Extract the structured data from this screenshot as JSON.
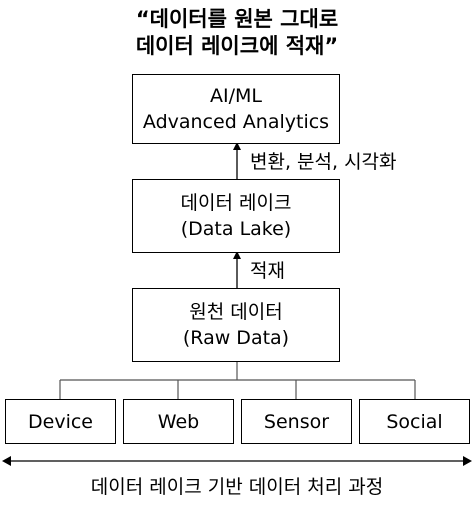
{
  "title": {
    "line1": "“데이터를 원본 그대로",
    "line2": "데이터 레이크에 적재”"
  },
  "boxes": {
    "analytics": {
      "line1": "AI/ML",
      "line2": "Advanced Analytics"
    },
    "lake": {
      "line1": "데이터 레이크",
      "line2": "(Data Lake)"
    },
    "raw": {
      "line1": "원천 데이터",
      "line2": "(Raw Data)"
    }
  },
  "edges": {
    "lake_to_analytics": "변환, 분석, 시각화",
    "raw_to_lake": "적재"
  },
  "sources": [
    "Device",
    "Web",
    "Sensor",
    "Social"
  ],
  "caption": "데이터 레이크 기반 데이터 처리 과정"
}
